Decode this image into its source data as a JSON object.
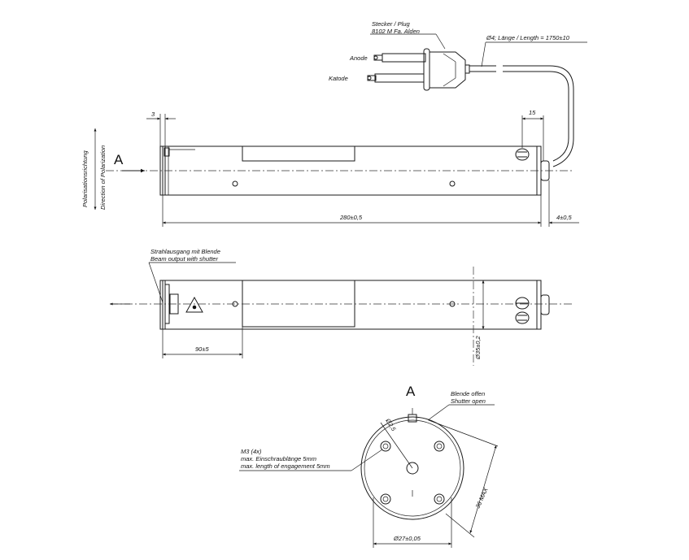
{
  "plug": {
    "label_de": "Stecker / Plug",
    "label_part": "8102 M Fa. Alden",
    "anode": "Anode",
    "katode": "Katode",
    "cable": "Ø4; Länge / Length = 1750±10"
  },
  "side_view": {
    "dim_3": "3",
    "dim_15": "15",
    "polarization_de": "Polarisationsrichtung",
    "polarization_en": "Direction of Polarization",
    "view_a": "A",
    "dim_length": "280±0,5",
    "dim_end": "4±0,5"
  },
  "top_view": {
    "output_de": "Strahlausgang mit Blende",
    "output_en": "Beam output with shutter",
    "dim_90": "90±5",
    "dim_diameter": "Ø35±0,2"
  },
  "end_view": {
    "view_a": "A",
    "shutter_de": "Blende offen",
    "shutter_en": "Shutter open",
    "dim_25": "Ø2,5",
    "m3": "M3 (4x)",
    "engage_de": "max. Einschraublänge 5mm",
    "engage_en": "max. length of engagement 5mm",
    "dim_36": "36 MAX",
    "dim_27": "Ø27±0,05"
  }
}
